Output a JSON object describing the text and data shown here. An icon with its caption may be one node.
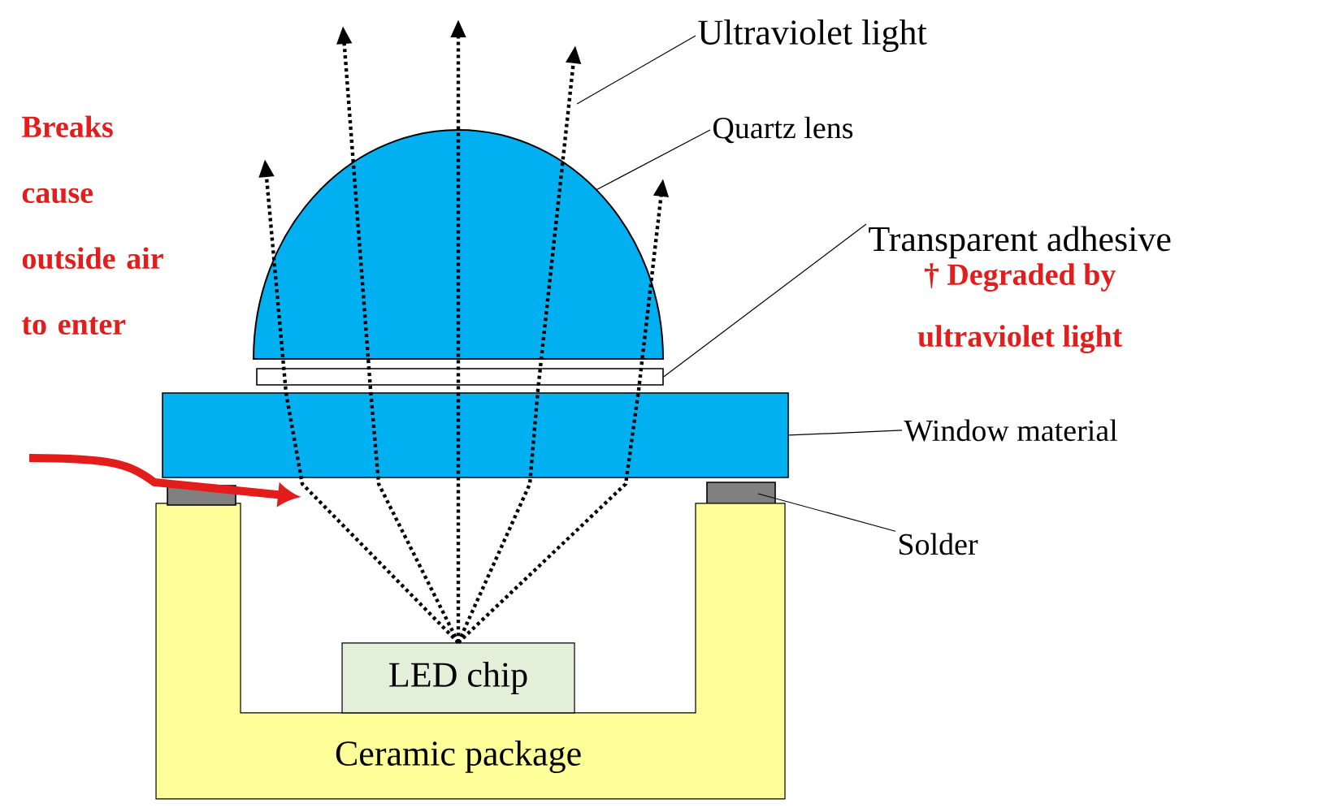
{
  "diagram": {
    "nodes": [
      {
        "text": [
          "Ultraviolet light"
        ]
      },
      {
        "text": [
          "Quartz lens"
        ]
      },
      {
        "text": [],
        "shape": "dome"
      },
      {
        "text": [
          "Transparent adhesive",
          "† Degraded by ultraviolet light"
        ]
      },
      {
        "text": [],
        "shape": "box"
      },
      {
        "text": [],
        "shape": "box"
      },
      {
        "text": [
          "Window material"
        ]
      },
      {
        "text": [],
        "shape": "box"
      },
      {
        "text": [
          "Solder"
        ]
      },
      {
        "text": [
          "Ceramic package"
        ]
      },
      {
        "text": [
          "LED chip"
        ]
      },
      {
        "text": [
          "Breaks cause outside air to enter"
        ]
      },
      {
        "text": [],
        "shape": "box"
      }
    ],
    "edges": [
      {
        "from": 0,
        "to": null,
        "arrow": "none"
      },
      {
        "from": 1,
        "to": 2,
        "arrow": "none"
      },
      {
        "from": 3,
        "to": 4,
        "arrow": "none"
      },
      {
        "from": 6,
        "to": 5,
        "arrow": "none"
      },
      {
        "from": 8,
        "to": 7,
        "arrow": "none"
      },
      {
        "from": 10,
        "to": null,
        "arrow": "to",
        "style": "dashed"
      },
      {
        "from": 10,
        "to": null,
        "arrow": "to",
        "style": "dashed"
      },
      {
        "from": 10,
        "to": null,
        "arrow": "to",
        "style": "dashed"
      },
      {
        "from": 10,
        "to": null,
        "arrow": "to",
        "style": "dashed"
      },
      {
        "from": 10,
        "to": null,
        "arrow": "to",
        "style": "dashed"
      }
    ]
  }
}
